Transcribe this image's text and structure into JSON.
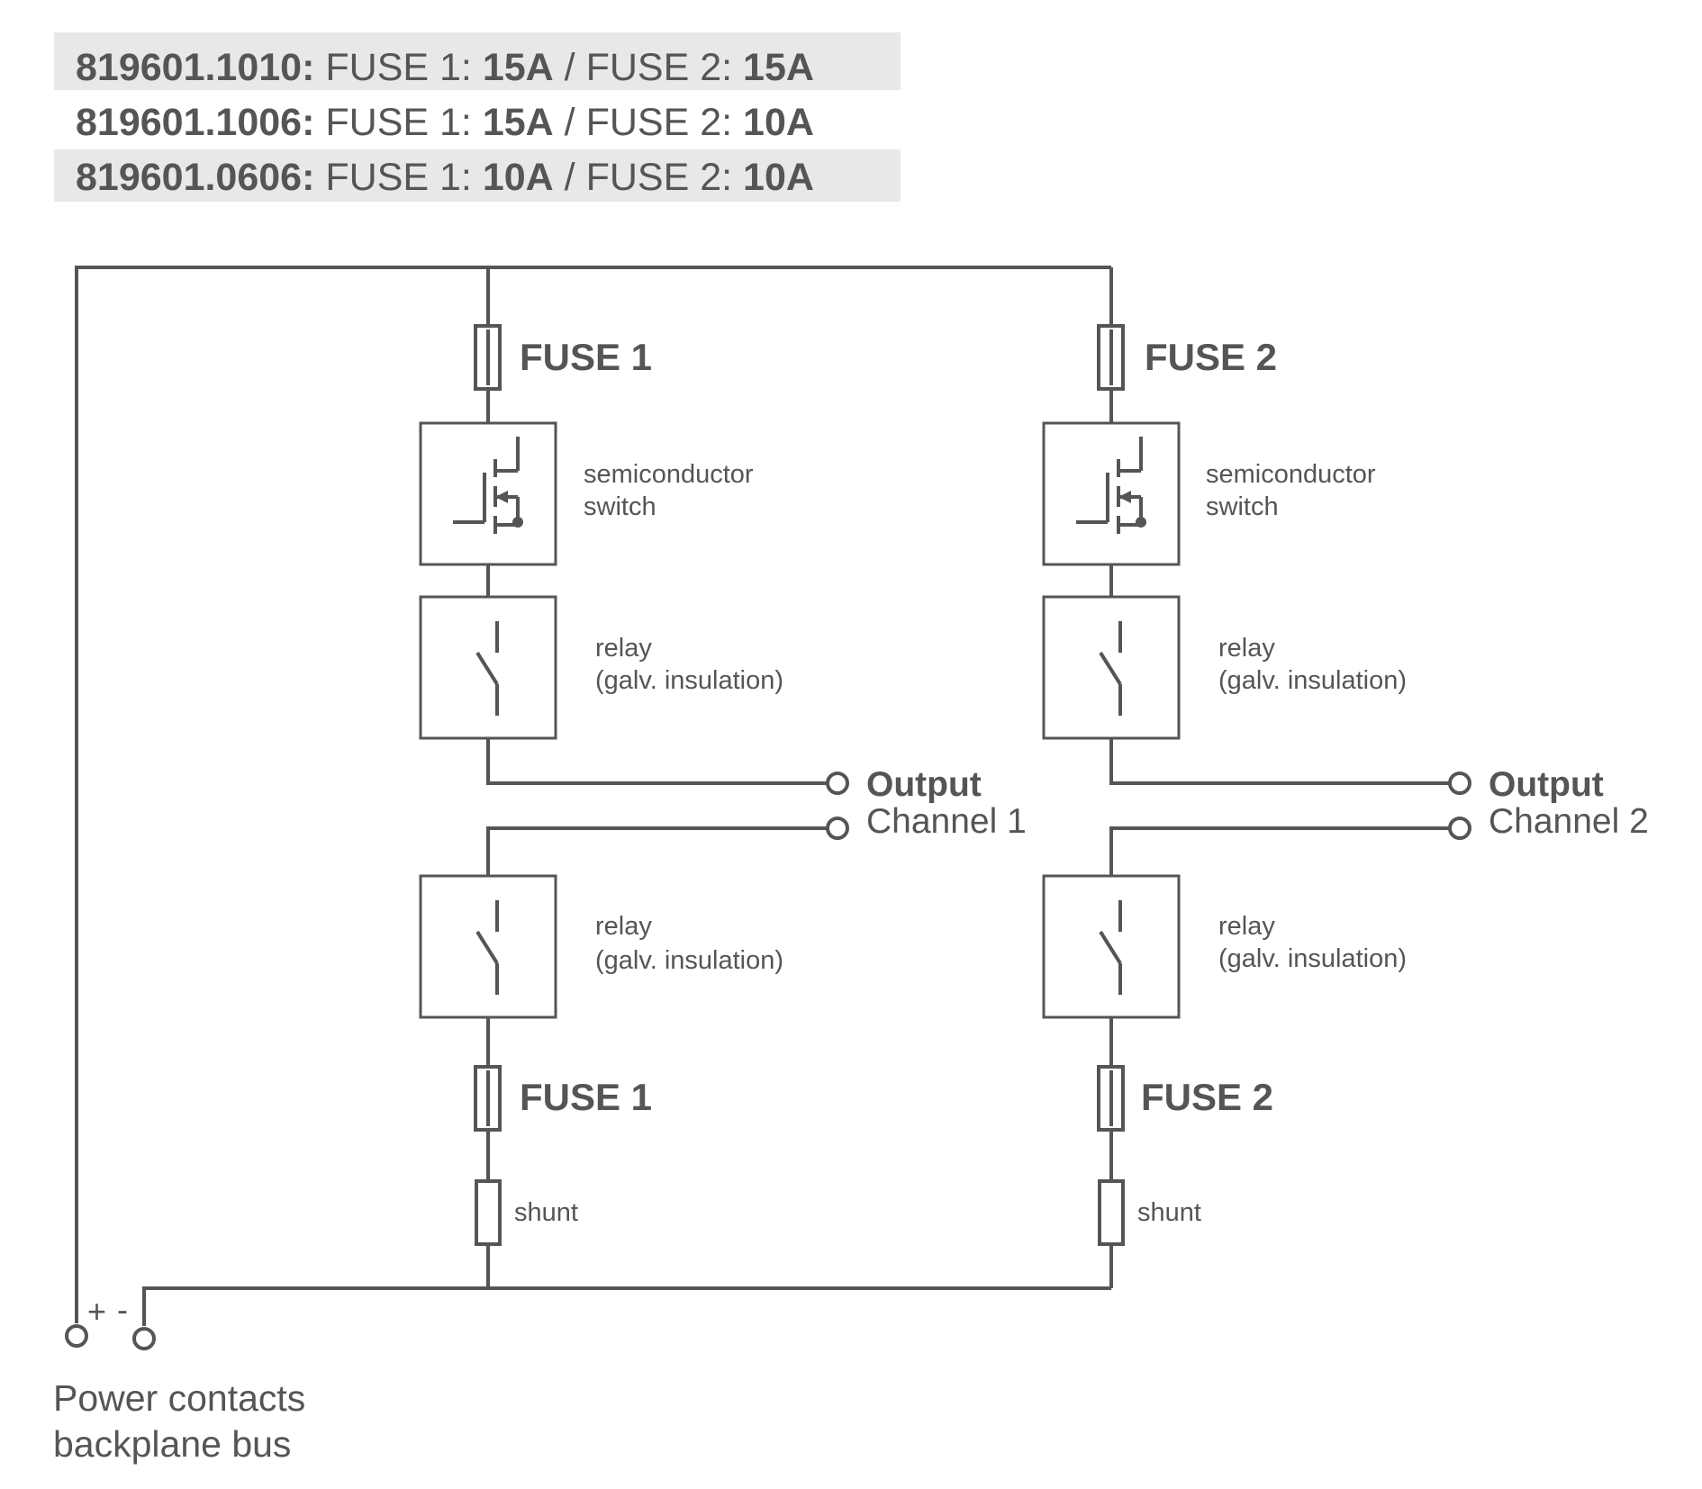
{
  "spec_rows": [
    {
      "part": "819601.1010:",
      "fuse1_label": "FUSE 1:",
      "fuse1_value": "15A",
      "separator": "/",
      "fuse2_label": "FUSE 2:",
      "fuse2_value": "15A",
      "shaded": true
    },
    {
      "part": "819601.1006:",
      "fuse1_label": "FUSE 1:",
      "fuse1_value": "15A",
      "separator": "/",
      "fuse2_label": "FUSE 2:",
      "fuse2_value": "10A",
      "shaded": false
    },
    {
      "part": "819601.0606:",
      "fuse1_label": "FUSE 1:",
      "fuse1_value": "10A",
      "separator": "/",
      "fuse2_label": "FUSE 2:",
      "fuse2_value": "10A",
      "shaded": true
    }
  ],
  "channel1": {
    "fuse_top": "FUSE 1",
    "semiconductor": [
      "semiconductor",
      "switch"
    ],
    "relay_top": [
      "relay",
      "(galv. insulation)"
    ],
    "output": [
      "Output",
      "Channel 1"
    ],
    "relay_bottom": [
      "relay",
      "(galv. insulation)"
    ],
    "fuse_bottom": "FUSE 1",
    "shunt": "shunt"
  },
  "channel2": {
    "fuse_top": "FUSE 2",
    "semiconductor": [
      "semiconductor",
      "switch"
    ],
    "relay_top": [
      "relay",
      "(galv. insulation)"
    ],
    "output": [
      "Output",
      "Channel 2"
    ],
    "relay_bottom": [
      "relay",
      "(galv. insulation)"
    ],
    "fuse_bottom": "FUSE 2",
    "shunt": "shunt"
  },
  "power": {
    "plus": "+",
    "minus": "-",
    "label": [
      "Power contacts",
      "backplane bus"
    ]
  },
  "colors": {
    "line": "#555555",
    "text": "#555555",
    "row_shade": "#e8e8e8",
    "background": "#ffffff"
  }
}
